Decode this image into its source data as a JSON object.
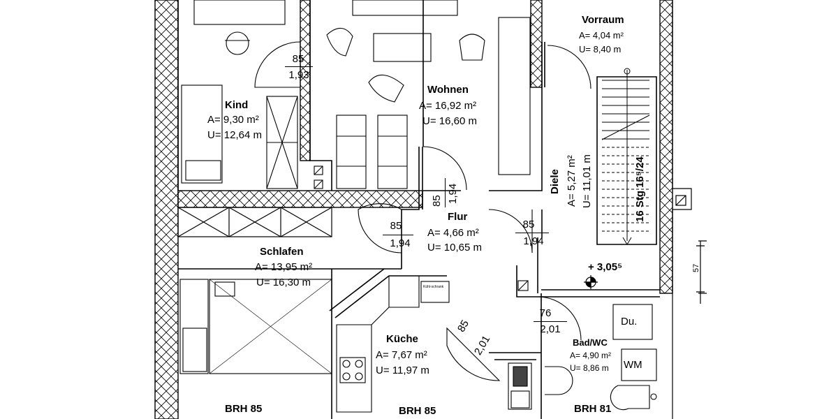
{
  "rooms": {
    "vorraum": {
      "name": "Vorraum",
      "area": "A= 4,04 m²",
      "perimeter": "U= 8,40 m"
    },
    "wohnen": {
      "name": "Wohnen",
      "area": "A= 16,92 m²",
      "perimeter": "U= 16,60 m"
    },
    "kind": {
      "name": "Kind",
      "area": "A= 9,30 m²",
      "perimeter": "U= 12,64 m"
    },
    "flur": {
      "name": "Flur",
      "area": "A= 4,66 m²",
      "perimeter": "U= 10,65 m"
    },
    "schlafen": {
      "name": "Schlafen",
      "area": "A= 13,95 m²",
      "perimeter": "U= 16,30 m"
    },
    "kueche": {
      "name": "Küche",
      "area": "A= 7,67 m²",
      "perimeter": "U= 11,97 m"
    },
    "bad": {
      "name": "Bad/WC",
      "area": "A= 4,90 m²",
      "perimeter": "U= 8,86 m"
    },
    "diele": {
      "name": "Diele",
      "area": "A= 5,27 m²",
      "perimeter": "U= 11,01 m"
    }
  },
  "doors": {
    "kind": {
      "width": "85",
      "height": "1,93"
    },
    "flur_top": {
      "width": "85",
      "height": "1,94"
    },
    "schlafen": {
      "width": "85",
      "height": "1,94"
    },
    "diele": {
      "width": "85",
      "height": "1,94"
    },
    "kueche": {
      "width": "85",
      "height": "2,01"
    },
    "bad": {
      "width": "76",
      "height": "2,01"
    }
  },
  "stairs": {
    "label": "16 Stg 16⁵/24"
  },
  "level": {
    "label": "+ 3,05⁵"
  },
  "dimension_right": "57",
  "parapets": {
    "schlafen": "BRH 85",
    "kueche": "BRH 85",
    "bad": "BRH 81"
  },
  "fixtures": {
    "shower": "Du.",
    "washer": "WM",
    "fridge": "Kühl-schrank"
  }
}
